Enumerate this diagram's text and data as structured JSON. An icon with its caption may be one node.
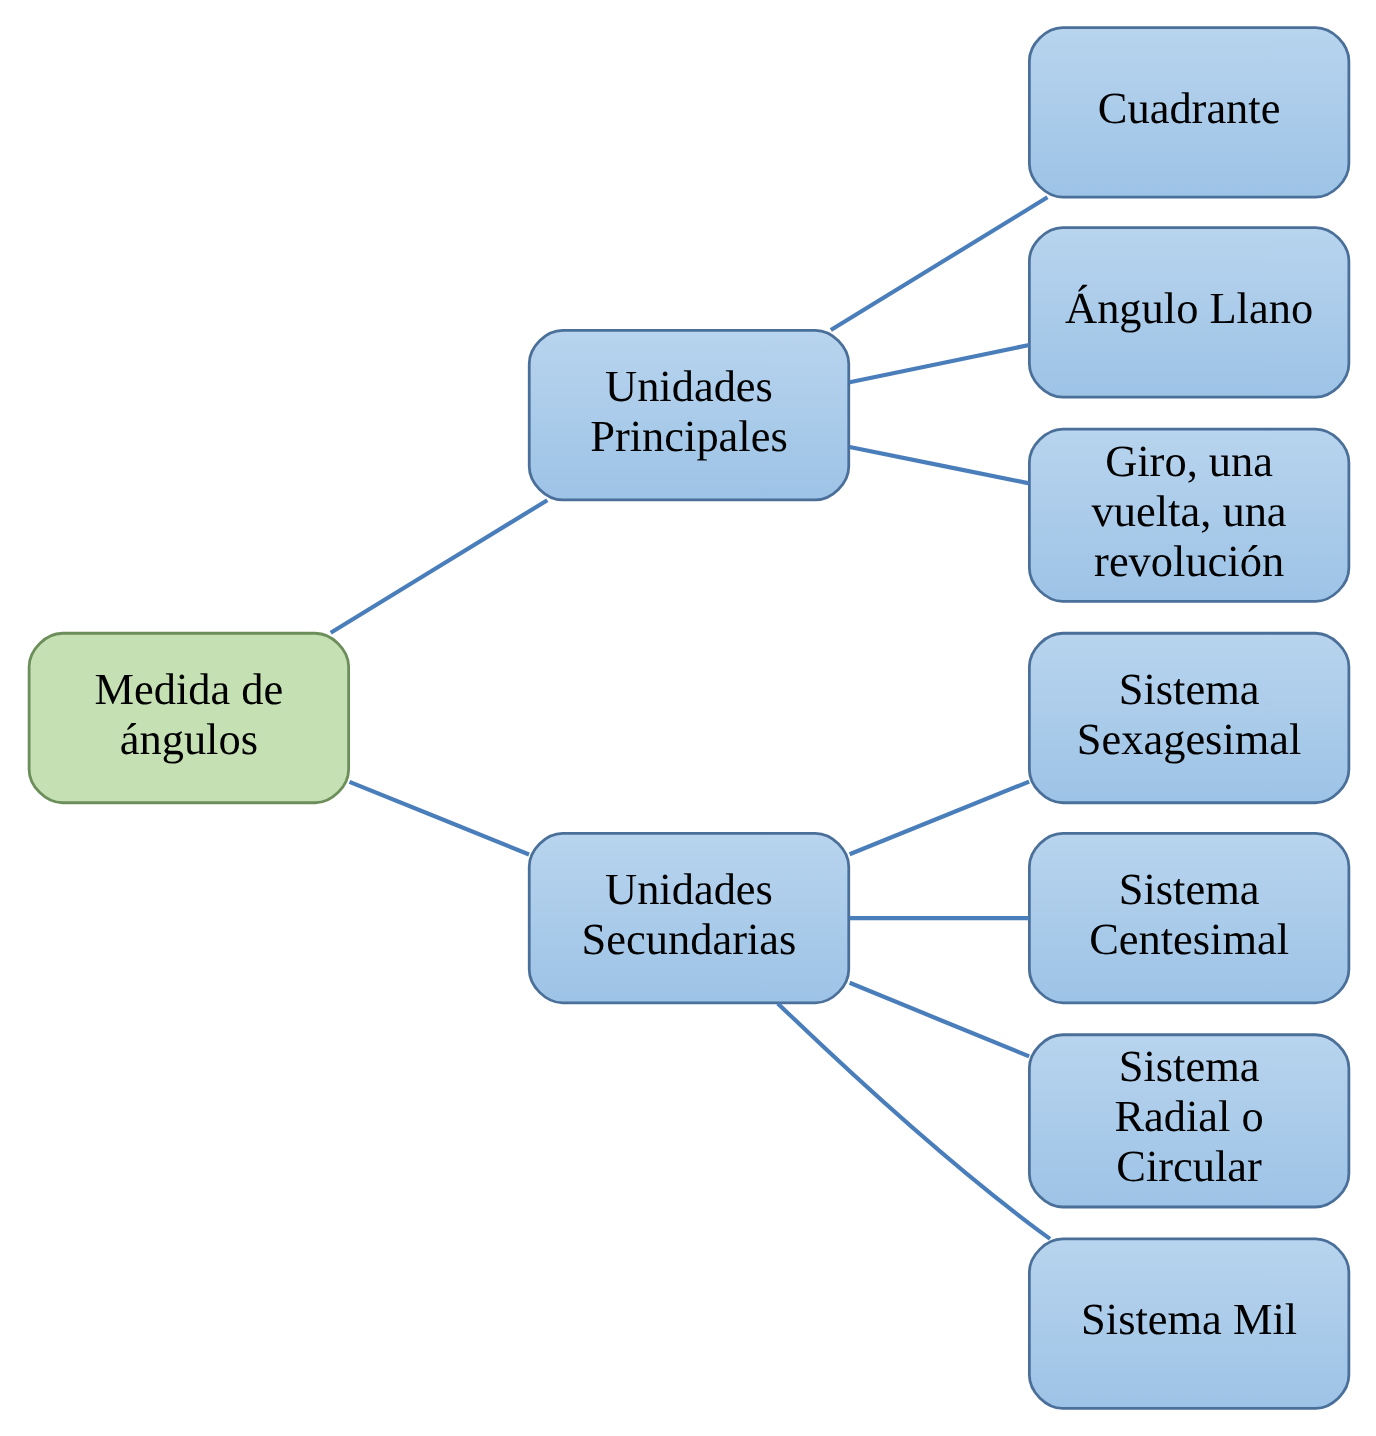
{
  "diagram": {
    "nodes": [
      {
        "text": [
          "Medida de ángulos"
        ]
      },
      {
        "text": [
          "Unidades Principales"
        ]
      },
      {
        "text": [
          "Cuadrante"
        ]
      },
      {
        "text": [
          "Ángulo Llano"
        ]
      },
      {
        "text": [
          "Giro, una vuelta, una revolución"
        ]
      },
      {
        "text": [
          "Unidades Secundarias"
        ]
      },
      {
        "text": [
          "Sistema Sexagesimal"
        ]
      },
      {
        "text": [
          "Sistema Centesimal"
        ]
      },
      {
        "text": [
          "Sistema Radial o Circular"
        ]
      },
      {
        "text": [
          "Sistema Mil"
        ]
      }
    ],
    "edges": [
      {
        "from": 0,
        "to": 1,
        "arrow": "none"
      },
      {
        "from": 0,
        "to": 5,
        "arrow": "none"
      },
      {
        "from": 1,
        "to": 2,
        "arrow": "none"
      },
      {
        "from": 1,
        "to": 3,
        "arrow": "none"
      },
      {
        "from": 1,
        "to": 4,
        "arrow": "none"
      },
      {
        "from": 5,
        "to": 6,
        "arrow": "none"
      },
      {
        "from": 5,
        "to": 7,
        "arrow": "none"
      },
      {
        "from": 5,
        "to": 8,
        "arrow": "none"
      },
      {
        "from": 5,
        "to": 9,
        "arrow": "none"
      }
    ]
  }
}
